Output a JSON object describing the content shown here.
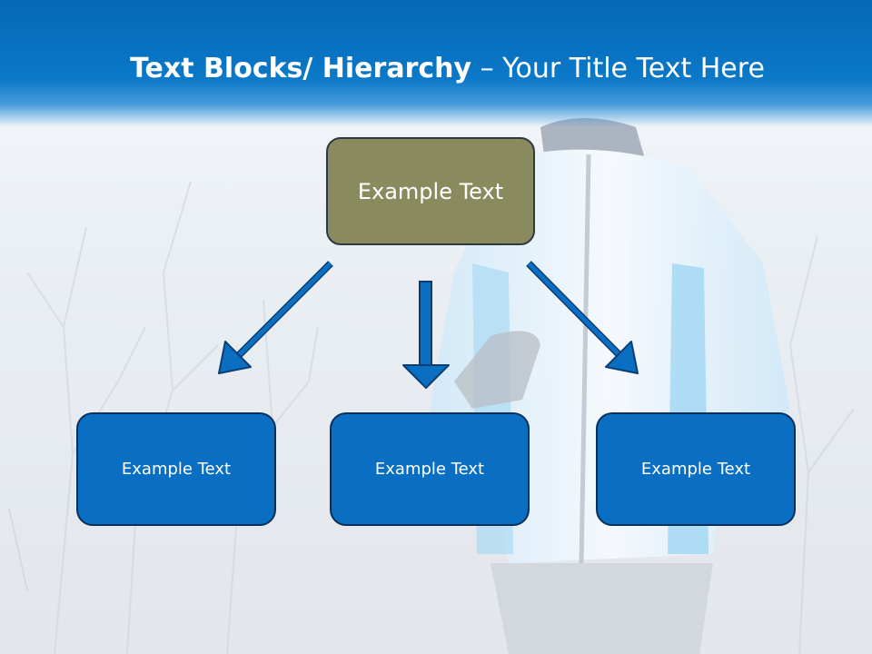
{
  "slide": {
    "title_bold": "Text Blocks/ Hierarchy",
    "title_rest": " – Your Title Text Here",
    "top_box": "Example Text",
    "children": [
      {
        "label": "Example Text"
      },
      {
        "label": "Example Text"
      },
      {
        "label": "Example Text"
      }
    ]
  },
  "colors": {
    "header_blue": "#0b78c8",
    "top_box_fill": "#8a8a5f",
    "child_box_fill": "#0a6fc2",
    "arrow_blue": "#0a6fc2"
  },
  "icons": [
    "arrow-down-left-icon",
    "arrow-down-icon",
    "arrow-down-right-icon"
  ]
}
